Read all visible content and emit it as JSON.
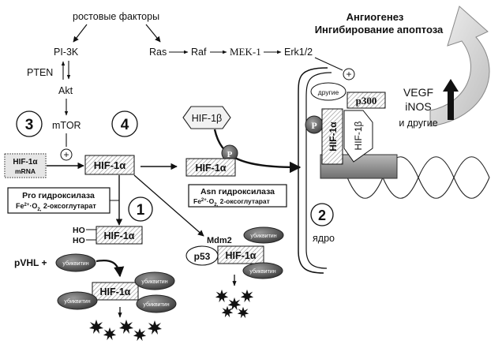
{
  "top": {
    "growth_factors": "ростовые факторы",
    "pi3k": "PI-3K",
    "pten": "PTEN",
    "akt": "Akt",
    "mtor": "mTOR",
    "ras": "Ras",
    "raf": "Raf",
    "mek1": "MEK-1",
    "erk": "Erk1/2"
  },
  "outcome": {
    "line1": "Ангиогенез",
    "line2": "Ингибирование апоптоза"
  },
  "numbers": {
    "n1": "1",
    "n2": "2",
    "n3": "3",
    "n4": "4"
  },
  "proteins": {
    "hif1a": "HIF-1α",
    "hif1a_short": "HIF-1",
    "alpha": "α",
    "hif1b": "HIF-1β",
    "p": "P",
    "p300": "p300",
    "other": "другие",
    "p53": "p53",
    "mdm2": "Mdm2",
    "ubiquitin": "убиквитин",
    "ho": "HO",
    "mrna": "mRNA",
    "pvhl": "pVHL +",
    "plus": "+"
  },
  "enzymes": {
    "pro": "Pro гидроксилаза",
    "asn": "Asn гидроксилаза",
    "cofactors_pre": "Fe",
    "cofactors_sup": "2+",
    "cofactors_mid": "·O",
    "cofactors_sub": "2,",
    "cofactors_post": " 2-оксоглутарат"
  },
  "genes": {
    "vegf": "VEGF",
    "inos": "iNOS",
    "others": "и другие"
  },
  "nucleus": "ядро"
}
